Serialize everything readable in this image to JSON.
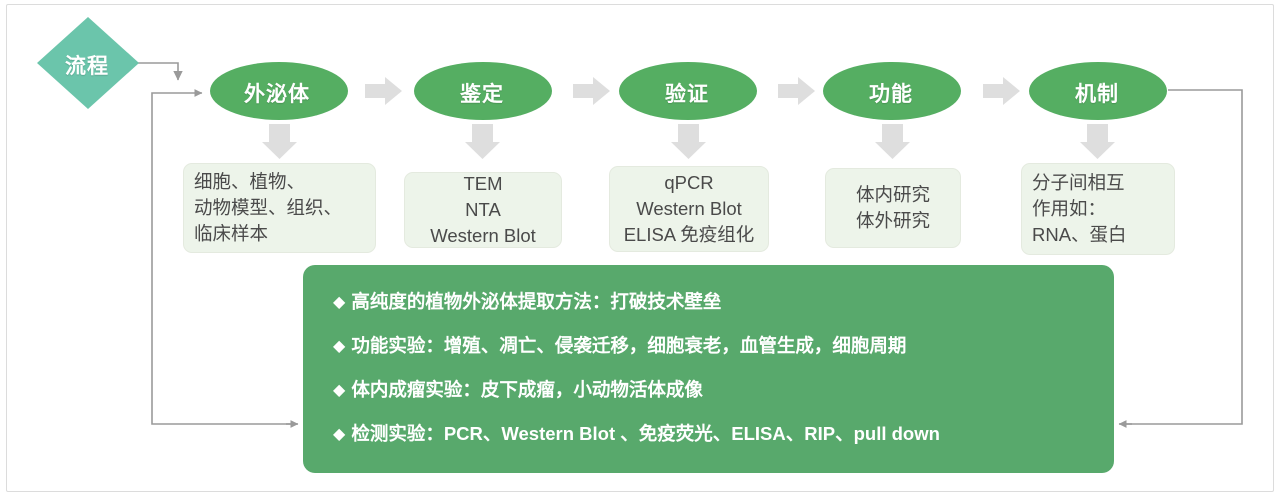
{
  "diagram": {
    "title_node": {
      "label": "流程",
      "shape": "diamond",
      "color": "#6BC5AB"
    },
    "stages": [
      {
        "label": "外泌体",
        "detail": "细胞、植物、\n动物模型、组织、\n临床样本",
        "align": "left"
      },
      {
        "label": "鉴定",
        "detail": "TEM\nNTA\nWestern Blot",
        "align": "center"
      },
      {
        "label": "验证",
        "detail": "qPCR\nWestern Blot\nELISA 免疫组化",
        "align": "center"
      },
      {
        "label": "功能",
        "detail": "体内研究\n体外研究",
        "align": "center"
      },
      {
        "label": "机制",
        "detail": "分子间相互\n作用如：\nRNA、蛋白",
        "align": "left"
      }
    ],
    "highlights": {
      "bullet_glyph": "◆",
      "items": [
        "高纯度的植物外泌体提取方法：打破技术壁垒",
        "功能实验：增殖、凋亡、侵袭迁移，细胞衰老，血管生成，细胞周期",
        "体内成瘤实验：皮下成瘤，小动物活体成像",
        "检测实验：PCR、Western Blot 、免疫荧光、ELISA、RIP、pull down"
      ]
    },
    "colors": {
      "diamond": "#6BC5AB",
      "ellipse": "#55AE62",
      "detail_box": "#EDF4EA",
      "panel": "#58A96C",
      "arrow_gray": "#D9D9D9",
      "connector_gray": "#9A9A9A",
      "text_dark": "#4A4A4A",
      "text_light": "#FFFFFF",
      "frame_border": "#DCDCDC"
    }
  }
}
